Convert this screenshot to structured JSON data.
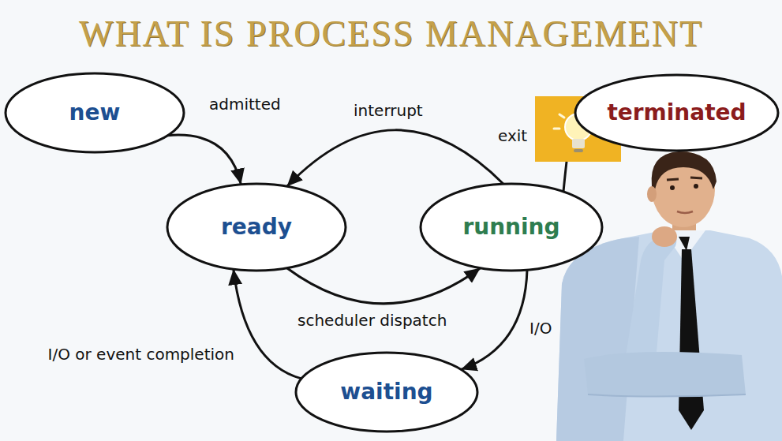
{
  "diagram": {
    "title": "WHAT IS PROCESS MANAGEMENT",
    "nodes": [
      {
        "text": [
          "new"
        ]
      },
      {
        "text": [
          "terminated"
        ]
      },
      {
        "text": [
          "ready"
        ]
      },
      {
        "text": [
          "running"
        ]
      },
      {
        "text": [
          "waiting"
        ]
      }
    ],
    "edges": [
      {
        "from": 0,
        "to": 2,
        "label": "admitted",
        "arrow": "to"
      },
      {
        "from": 3,
        "to": 2,
        "label": "interrupt",
        "arrow": "to"
      },
      {
        "from": 3,
        "to": 1,
        "label": "exit",
        "arrow": "to"
      },
      {
        "from": 2,
        "to": 3,
        "label": "scheduler dispatch",
        "arrow": "to"
      },
      {
        "from": 3,
        "to": 4,
        "label": "I/O",
        "arrow": "to"
      },
      {
        "from": 4,
        "to": 2,
        "label": "I/O or event completion",
        "arrow": "to"
      }
    ]
  }
}
